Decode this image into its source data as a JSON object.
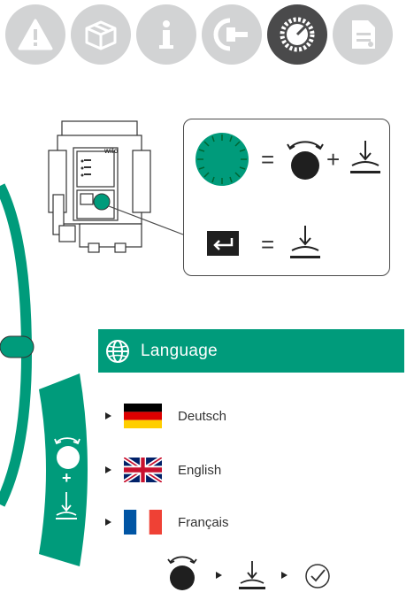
{
  "tabs": [
    {
      "name": "warning-tab",
      "icon": "warning-icon",
      "active": false
    },
    {
      "name": "package-tab",
      "icon": "box-icon",
      "active": false
    },
    {
      "name": "info-tab",
      "icon": "info-icon",
      "active": false
    },
    {
      "name": "installation-tab",
      "icon": "plug-icon",
      "active": false
    },
    {
      "name": "settings-tab",
      "icon": "dial-icon",
      "active": true
    },
    {
      "name": "document-tab",
      "icon": "document-icon",
      "active": false
    }
  ],
  "device": {
    "brand": "wilo"
  },
  "callout": {
    "equals_1": "=",
    "plus": "+",
    "equals_2": "="
  },
  "language_menu": {
    "title": "Language",
    "items": [
      {
        "label": "Deutsch",
        "flag": "de-flag"
      },
      {
        "label": "English",
        "flag": "uk-flag"
      },
      {
        "label": "Français",
        "flag": "fr-flag"
      }
    ]
  },
  "side_panel": {
    "plus": "+"
  },
  "colors": {
    "accent": "#009b7b",
    "tab_inactive": "#d2d3d4",
    "tab_active": "#4a4a4b",
    "knob": "#1f1f1f"
  }
}
